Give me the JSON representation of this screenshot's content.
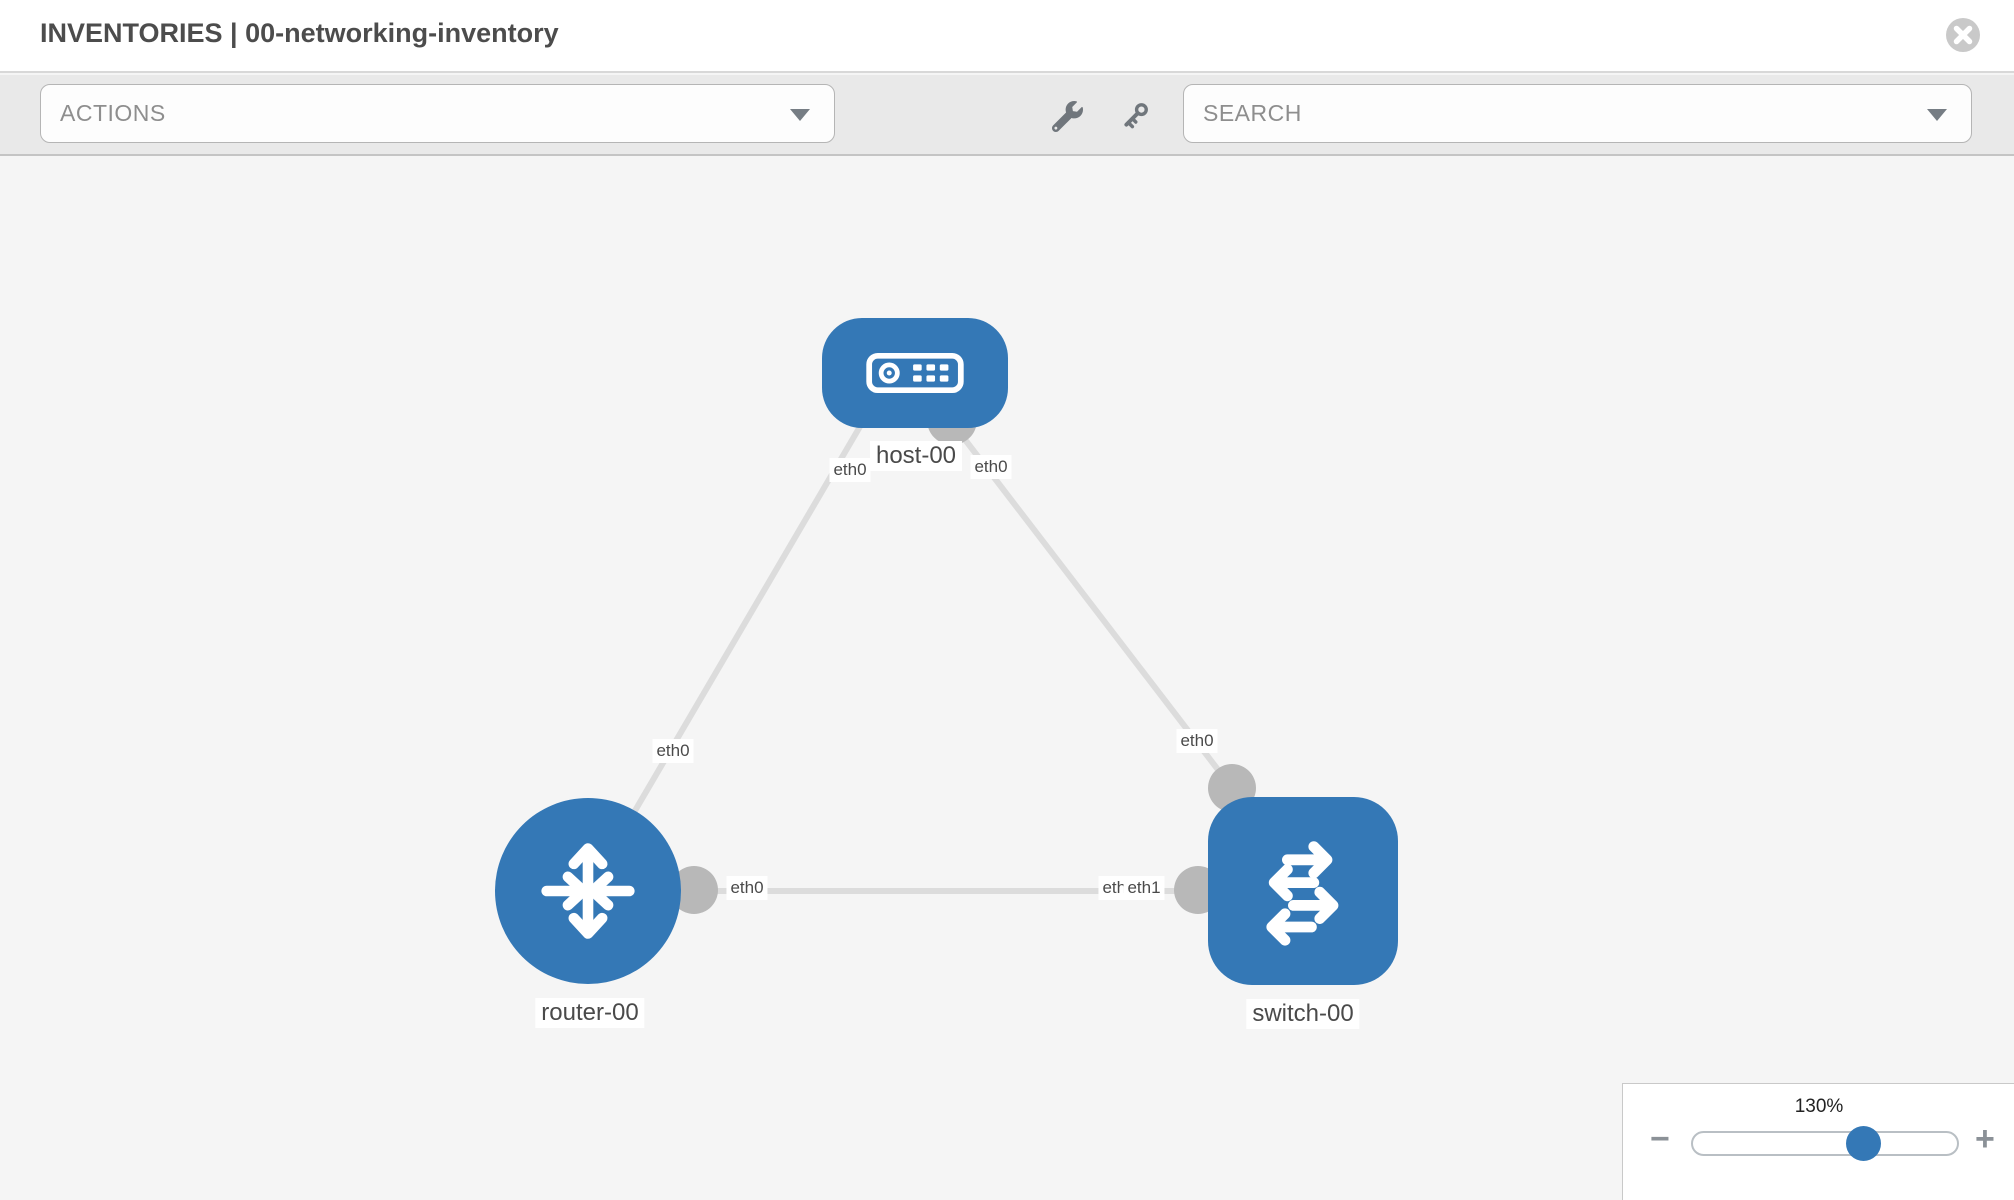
{
  "header": {
    "title": "INVENTORIES | 00-networking-inventory"
  },
  "toolbar": {
    "actions_label": "ACTIONS",
    "search_placeholder": "SEARCH"
  },
  "topology": {
    "nodes": [
      {
        "id": "host-00",
        "label": "host-00",
        "type": "host"
      },
      {
        "id": "router-00",
        "label": "router-00",
        "type": "router"
      },
      {
        "id": "switch-00",
        "label": "switch-00",
        "type": "switch"
      }
    ],
    "interfaces": {
      "host_left": "eth0",
      "host_right": "eth0",
      "host_router_mid": "eth0",
      "host_switch_mid": "eth0",
      "router_side": "eth0",
      "switch_side_back": "eth0",
      "switch_side_front": "eth1"
    }
  },
  "zoom_panel": {
    "level": "130%",
    "minus": "−",
    "plus": "+"
  },
  "colors": {
    "node_blue": "#3478b6",
    "edge_gray": "#dcdcdc",
    "dot_gray": "#b8b8b8",
    "canvas_bg": "#f5f5f5",
    "toolbar_bg": "#e9e9e9"
  }
}
